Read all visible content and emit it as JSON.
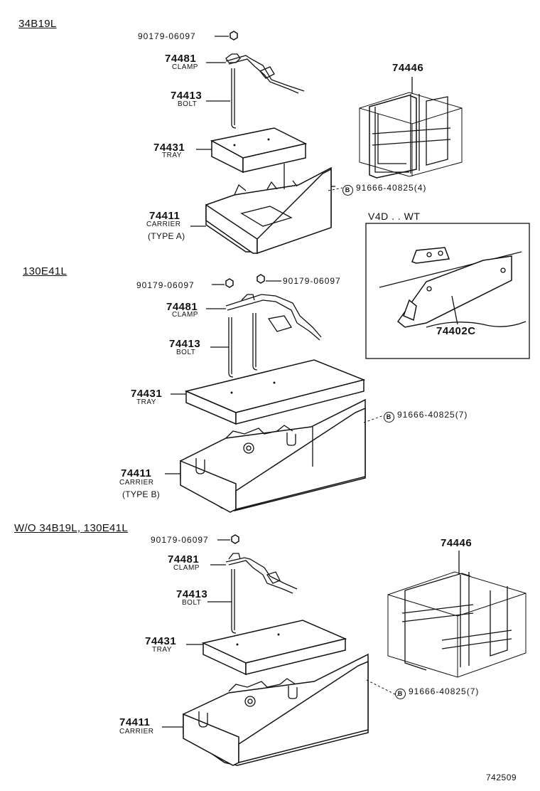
{
  "sections": [
    {
      "title": "34B19L",
      "nut_top": "90179-06097",
      "clamp": {
        "number": "74481",
        "name": "CLAMP"
      },
      "bolt": {
        "number": "74413",
        "name": "BOLT"
      },
      "tray": {
        "number": "74431",
        "name": "TRAY"
      },
      "carrier": {
        "number": "74411",
        "name": "CARRIER",
        "variant": "(TYPE A)"
      },
      "bolt_ref": {
        "marker": "B",
        "text": "91666-40825(4)"
      },
      "cover": {
        "number": "74446"
      }
    },
    {
      "title": "130E41L",
      "nut_left": "90179-06097",
      "nut_right": "90179-06097",
      "clamp": {
        "number": "74481",
        "name": "CLAMP"
      },
      "bolt": {
        "number": "74413",
        "name": "BOLT"
      },
      "tray": {
        "number": "74431",
        "name": "TRAY"
      },
      "carrier": {
        "number": "74411",
        "name": "CARRIER",
        "variant": "(TYPE B)"
      },
      "bolt_ref": {
        "marker": "B",
        "text": "91666-40825(7)"
      }
    },
    {
      "title": "W/O 34B19L, 130E41L",
      "nut_top": "90179-06097",
      "clamp": {
        "number": "74481",
        "name": "CLAMP"
      },
      "bolt": {
        "number": "74413",
        "name": "BOLT"
      },
      "tray": {
        "number": "74431",
        "name": "TRAY"
      },
      "carrier": {
        "number": "74411",
        "name": "CARRIER"
      },
      "bolt_ref": {
        "marker": "B",
        "text": "91666-40825(7)"
      },
      "cover": {
        "number": "74446"
      }
    }
  ],
  "inset": {
    "title": "V4D . . WT",
    "part": "74402C"
  },
  "footer": {
    "code": "742509"
  }
}
